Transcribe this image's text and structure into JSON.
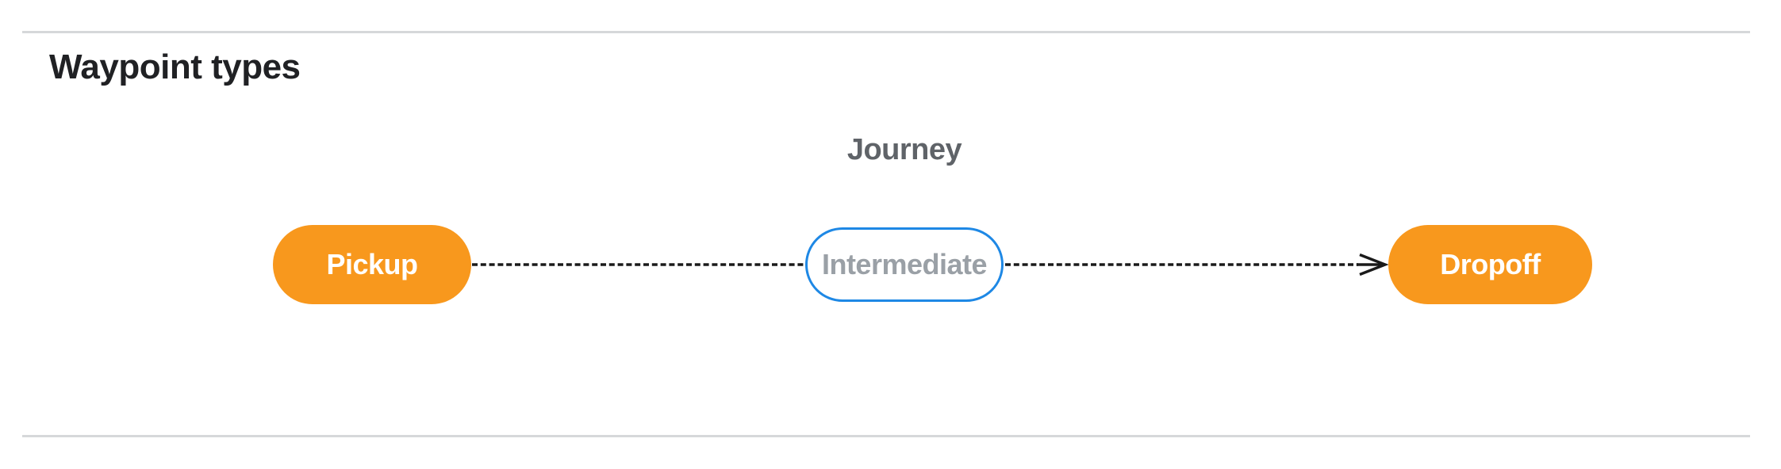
{
  "section": {
    "title": "Waypoint types"
  },
  "diagram": {
    "title": "Journey",
    "nodes": [
      {
        "label": "Pickup",
        "kind": "terminal"
      },
      {
        "label": "Intermediate",
        "kind": "intermediate"
      },
      {
        "label": "Dropoff",
        "kind": "terminal"
      }
    ],
    "edges": [
      {
        "from": "Pickup",
        "to": "Intermediate",
        "style": "dashed",
        "arrowhead": false
      },
      {
        "from": "Intermediate",
        "to": "Dropoff",
        "style": "dashed",
        "arrowhead": true
      }
    ]
  },
  "theme": {
    "terminal-fill": "#F8981D",
    "terminal-text": "#FFFFFF",
    "intermediate-border": "#1E88E5",
    "intermediate-text": "#9AA0A6",
    "edge-color": "#1A1A1A",
    "heading-color": "#202124",
    "diagram-title-color": "#5F6368",
    "divider-color": "#D6D8DA"
  }
}
